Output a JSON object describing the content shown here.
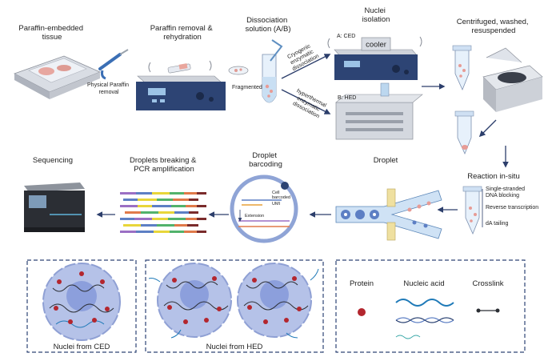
{
  "steps": {
    "paraffin_tissue": [
      "Paraffin-embedded",
      "tissue"
    ],
    "physical_removal": [
      "Physical Paraffin",
      "removal"
    ],
    "removal_rehydration": [
      "Paraffin removal &",
      "rehydration"
    ],
    "fragmented": "Fragmented",
    "dissociation": [
      "Dissociation",
      "solution (A/B)"
    ],
    "cryogenic": [
      "Cryogenic",
      "enzymatic",
      "dissociation"
    ],
    "hyperthermal": [
      "hyperthermal",
      "enzymatic",
      "dissociation"
    ],
    "nuclei_isolation": [
      "Nuclei",
      "isolation"
    ],
    "ced_label": "A: CED",
    "cooler": "cooler",
    "hed_label": "B: HED",
    "centrifuged": [
      "Centrifuged, washed,",
      "resuspended"
    ],
    "reaction": "Reaction in-situ",
    "reaction_steps": [
      [
        "Single-stranded",
        "DNA blocking"
      ],
      [
        "Reverse transcription"
      ],
      [
        "dA tailing"
      ]
    ],
    "droplet": "Droplet",
    "droplet_barcoding": [
      "Droplet",
      "barcoding"
    ],
    "cell_barcoded": [
      "Cell",
      "barcoded"
    ],
    "umi": "UMI",
    "extension": "Extension",
    "pcr": [
      "Droplets breaking &",
      "PCR amplification"
    ],
    "sequencing": "Sequencing"
  },
  "bottom": {
    "ced_caption": "Nuclei from CED",
    "hed_caption": "Nuclei from HED",
    "legend": {
      "protein": "Protein",
      "nucleic_acid": "Nucleic acid",
      "crosslink": "Crosslink"
    }
  },
  "colors": {
    "device_blue": "#2d4474",
    "device_grey": "#cfd3da",
    "arrow": "#2c3e6b",
    "nucleus_fill": "#b5c2e8",
    "nucleus_core": "#8c9fdc",
    "protein_red": "#b3262e",
    "dna_blue": "#1f7ab8",
    "tube_fill": "#e7f1fb"
  }
}
